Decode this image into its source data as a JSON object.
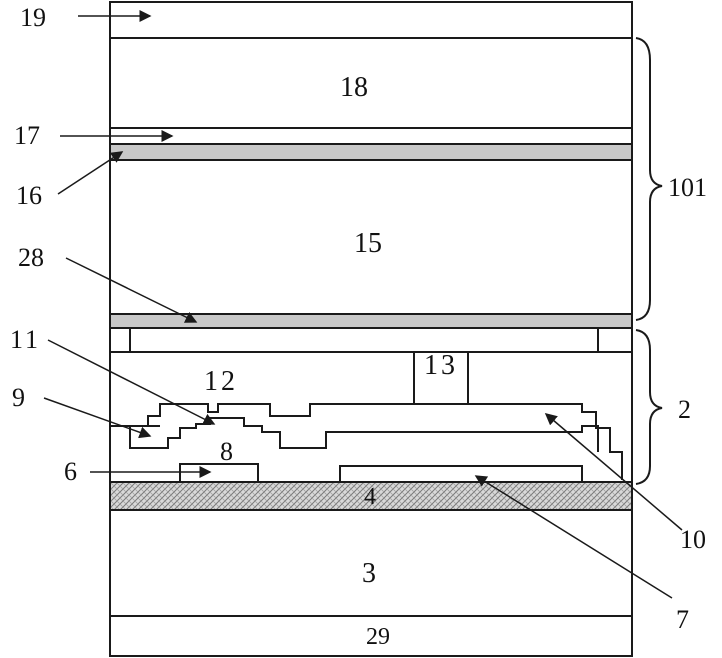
{
  "labels": {
    "l19": "19",
    "l18": "18",
    "l17": "17",
    "l16": "16",
    "l15": "15",
    "l28": "28",
    "l11": "11",
    "l12": "12",
    "l13": "13",
    "l9": "9",
    "l8": "8",
    "l6": "6",
    "l4": "4",
    "l3": "3",
    "l29": "29",
    "l101": "101",
    "l2": "2",
    "l10": "10",
    "l7": "7"
  },
  "colors": {
    "line": "#1a1a1a",
    "gray_layer": "#c8c8c8",
    "hatch": "#9a9a9a",
    "background": "#ffffff"
  }
}
